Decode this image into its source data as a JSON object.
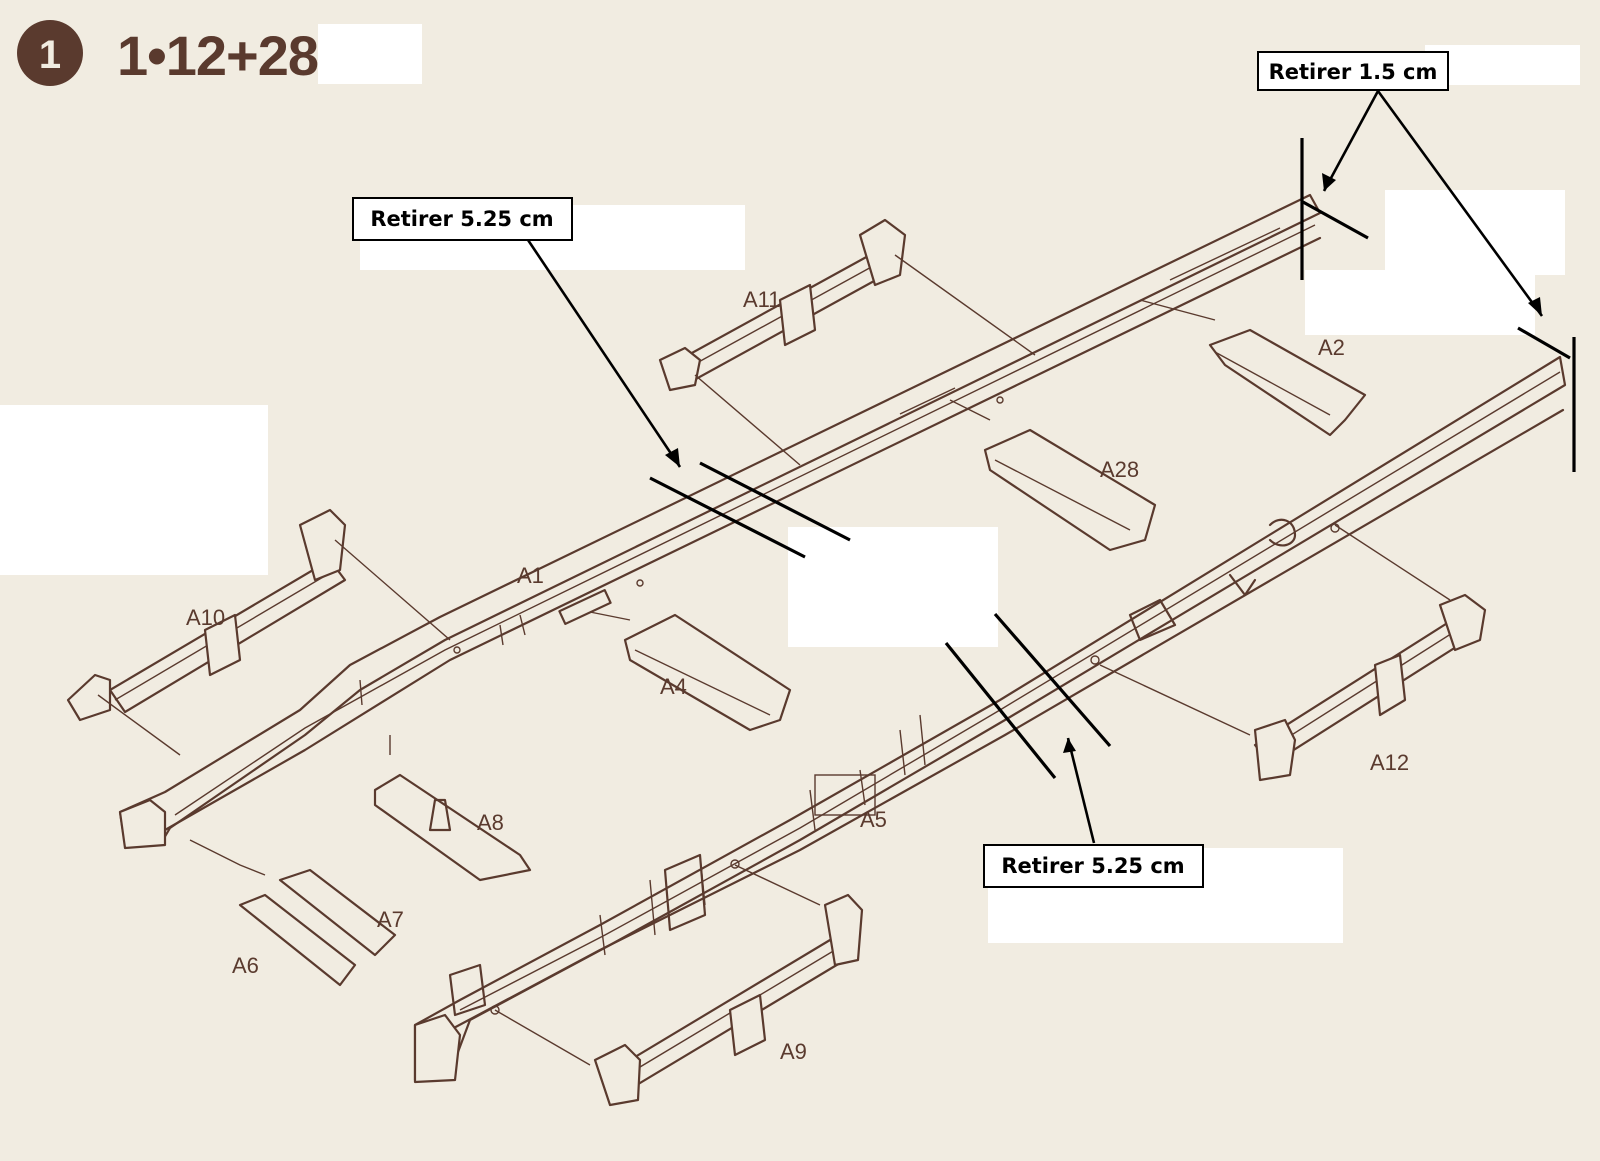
{
  "step": {
    "number": "1",
    "title": "1•12+28"
  },
  "callouts": [
    {
      "id": "retirer-top-right",
      "text": "Retirer 1.5 cm"
    },
    {
      "id": "retirer-left",
      "text": "Retirer 5.25 cm"
    },
    {
      "id": "retirer-bottom",
      "text": "Retirer 5.25 cm"
    }
  ],
  "parts": {
    "A1": "A1",
    "A2": "A2",
    "A4": "A4",
    "A5": "A5",
    "A6": "A6",
    "A7": "A7",
    "A8": "A8",
    "A9": "A9",
    "A10": "A10",
    "A11": "A11",
    "A12": "A12",
    "A28": "A28"
  },
  "colors": {
    "paper": "#f1ece1",
    "ink": "#5a3a2e",
    "annotation": "#000000"
  }
}
